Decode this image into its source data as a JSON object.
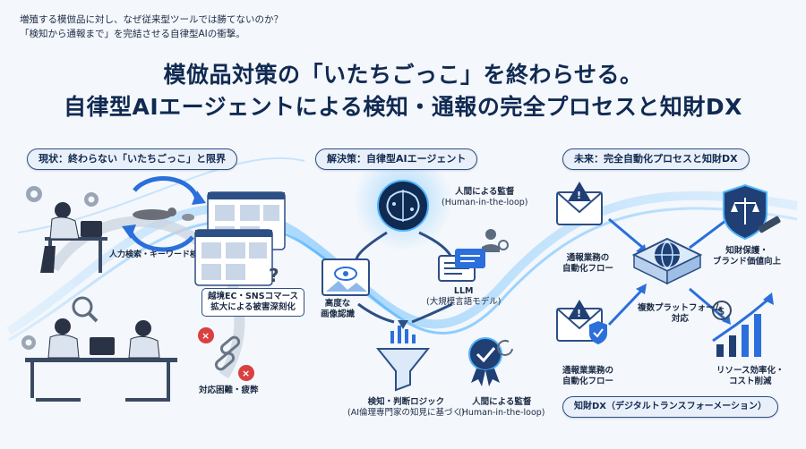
{
  "intro": {
    "line1": "増殖する模倣品に対し、なぜ従来型ツールでは勝てないのか？",
    "line2": "「検知から通報まで」を完結させる自律型AIの衝撃。"
  },
  "title": {
    "line1": "模倣品対策の「いたちごっこ」を終わらせる。",
    "line2": "自律型AIエージェントによる検知・通報の完全プロセスと知財DX"
  },
  "sections": {
    "current": "現状：終わらない「いたちごっこ」と限界",
    "solution": "解決策：自律型AIエージェント",
    "future": "未来：完全自動化プロセスと知財DX"
  },
  "current": {
    "manual_search": "人力検索・キーワード検索",
    "ec_expansion_1": "越境EC・SNSコマース",
    "ec_expansion_2": "拡大による被害深刻化",
    "exhaustion": "対応困難・疲弊"
  },
  "solution": {
    "human_top_1": "人間による監督",
    "human_top_2": "(Human-in-the-loop)",
    "image_1": "高度な",
    "image_2": "画像認識",
    "llm_1": "LLM",
    "llm_2": "(大規模言語モデル)",
    "logic_1": "検知・判断ロジック",
    "logic_2": "(AI倫理専門家の知見に基づく)",
    "human_bottom_1": "人間による監督",
    "human_bottom_2": "(Human-in-the-loop)"
  },
  "future": {
    "flow_top_1": "通報業務の",
    "flow_top_2": "自動化フロー",
    "brand_1": "知財保護・",
    "brand_2": "ブランド価値向上",
    "platform_1": "複数プラットフォーム",
    "platform_2": "対応",
    "flow_bottom_1": "通報業業務の",
    "flow_bottom_2": "自動化フロー",
    "cost_1": "リソース効率化・",
    "cost_2": "コスト削減",
    "dx": "知財DX（デジタルトランスフォーメーション）"
  },
  "colors": {
    "navy": "#102a52",
    "blue": "#2a6fdb",
    "glow": "#4fb3ff",
    "alert_red": "#d94040"
  }
}
